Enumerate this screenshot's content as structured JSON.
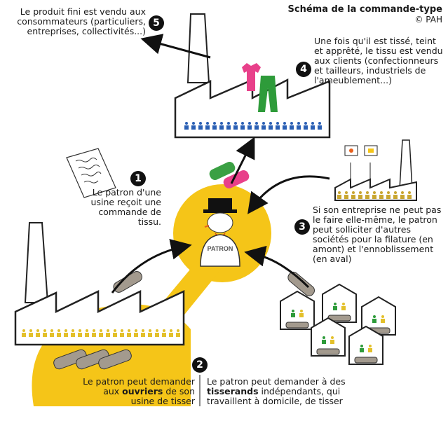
{
  "header": {
    "title": "Schéma de la commande-type",
    "credit": "© PAH"
  },
  "steps": [
    {
      "num": "1",
      "text": "Le patron d'une usine reçoit une commande de tissu."
    },
    {
      "num": "2",
      "text_a_pre": "Le patron peut demander aux ",
      "text_a_bold": "ouvriers",
      "text_a_post": " de son usine de tisser",
      "text_b_pre": "Le patron peut demander à des ",
      "text_b_bold": "tisserands",
      "text_b_post": " indépendants, qui travaillent à domicile, de tisser"
    },
    {
      "num": "3",
      "text": "Si son entreprise ne peut pas le faire elle-même, le patron peut solliciter d'autres sociétés pour la filature (en amont) et l'ennoblissement (en aval)"
    },
    {
      "num": "4",
      "text": "Une fois qu'il est tissé, teint et apprêté, le tissu est vendu aux clients (confectionneurs et tailleurs, industriels de l'ameublement...)"
    },
    {
      "num": "5",
      "text": "Le produit fini est vendu aux consommateurs (particuliers, entreprises, collectivités...)"
    }
  ],
  "boss_label": "PATRON",
  "colors": {
    "accent": "#f5c518",
    "ink": "#111111",
    "shirt": "#e8408a",
    "pants": "#2e9b3a"
  }
}
